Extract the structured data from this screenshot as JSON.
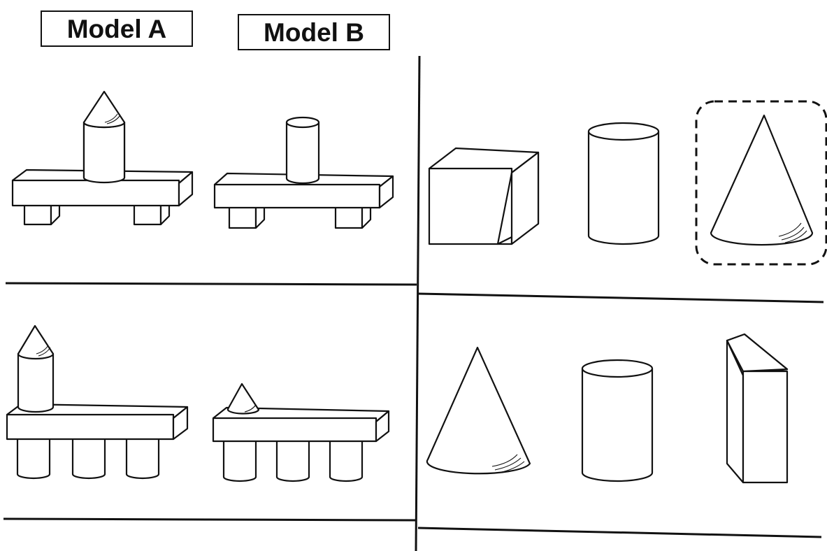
{
  "models": {
    "a_label": "Model A",
    "b_label": "Model B"
  },
  "rows": [
    {
      "model_a": [
        "cone",
        "cylinder",
        "rectangular-prism",
        "cube",
        "cube"
      ],
      "model_b": [
        "cylinder",
        "rectangular-prism",
        "cube",
        "cube"
      ],
      "options": [
        "cube",
        "cylinder",
        "cone"
      ],
      "marked_option": "cone"
    },
    {
      "model_a": [
        "cone",
        "cylinder",
        "rectangular-prism",
        "cylinder",
        "cylinder",
        "cylinder"
      ],
      "model_b": [
        "cone",
        "rectangular-prism",
        "cylinder",
        "cylinder",
        "cylinder"
      ],
      "options": [
        "cone",
        "cylinder",
        "rectangular-prism"
      ],
      "marked_option": null
    }
  ],
  "colors": {
    "ink": "#111111",
    "paper": "#ffffff"
  }
}
